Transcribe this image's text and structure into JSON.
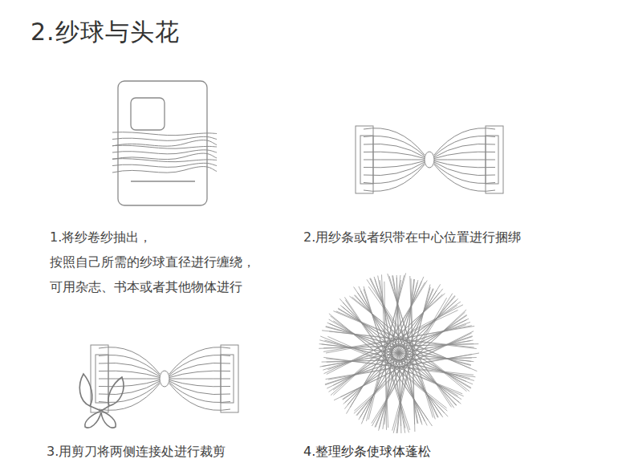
{
  "diagram": {
    "title": "2.纱球与头花",
    "labels": [
      "1.将纱卷纱抽出，",
      "按照自己所需的纱球直径进行缠绕，",
      "可用杂志、书本或者其他物体进行",
      "2.用纱条或者织带在中心位置进行捆绑",
      "3.用剪刀将两侧连接处进行裁剪",
      "4.整理纱条使球体蓬松"
    ]
  }
}
